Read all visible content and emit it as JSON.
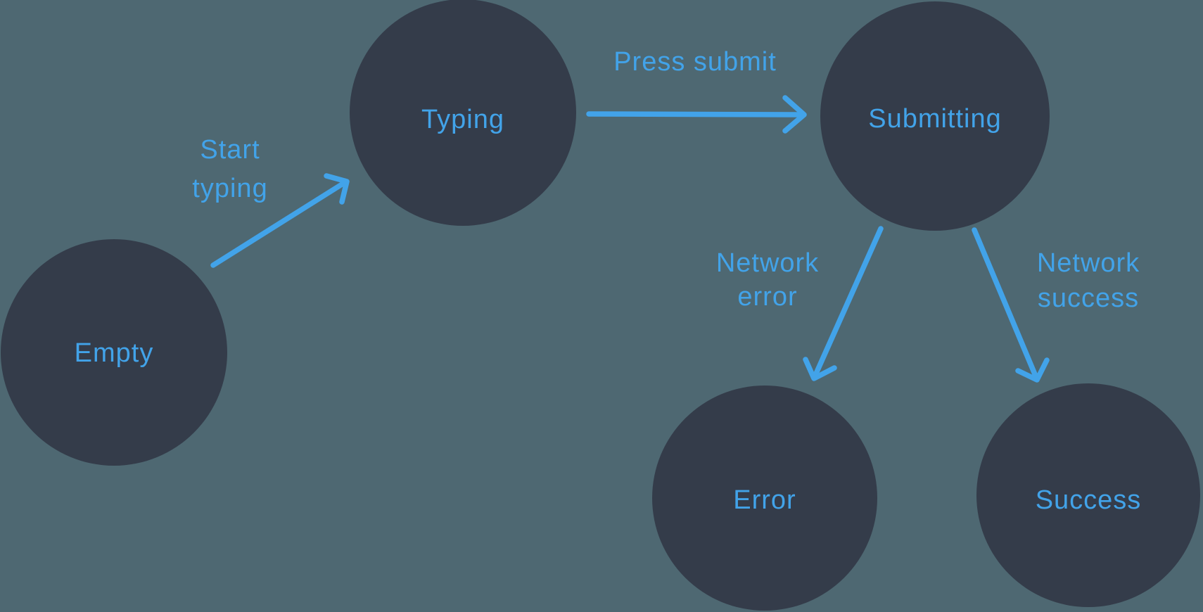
{
  "colors": {
    "background": "#4e6872",
    "node_fill": "#343c4a",
    "arrow": "#42a3e9",
    "label": "#42a3e9"
  },
  "diagram": {
    "type": "state-machine",
    "nodes": [
      {
        "id": "empty",
        "label": "Empty"
      },
      {
        "id": "typing",
        "label": "Typing"
      },
      {
        "id": "submitting",
        "label": "Submitting"
      },
      {
        "id": "error",
        "label": "Error"
      },
      {
        "id": "success",
        "label": "Success"
      }
    ],
    "edges": [
      {
        "from": "empty",
        "to": "typing",
        "label": "Start typing",
        "label_lines": [
          "Start",
          "typing"
        ]
      },
      {
        "from": "typing",
        "to": "submitting",
        "label": "Press submit",
        "label_lines": [
          "Press submit"
        ]
      },
      {
        "from": "submitting",
        "to": "error",
        "label": "Network error",
        "label_lines": [
          "Network",
          "error"
        ]
      },
      {
        "from": "submitting",
        "to": "success",
        "label": "Network success",
        "label_lines": [
          "Network",
          "success"
        ]
      }
    ]
  }
}
